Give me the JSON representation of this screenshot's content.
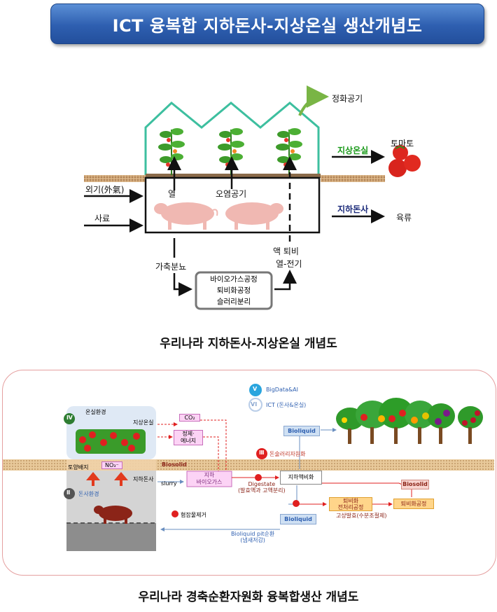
{
  "header": {
    "title": "ICT 융복합 지하돈사-지상온실 생산개념도"
  },
  "diagram1": {
    "outputs_top": "정화공기",
    "left_inputs": [
      "외기(外氣)",
      "사료"
    ],
    "inner_labels": {
      "heat": "열",
      "polluted_air": "오염공기"
    },
    "right_labels": {
      "greenhouse": "지상온실",
      "tomato": "토마토",
      "pig_barn": "지하돈사",
      "meat": "육류"
    },
    "bottom_labels": {
      "manure": "가축분뇨",
      "liquid_compost": "액 퇴비",
      "heat_power": "열-전기"
    },
    "process": [
      "바이오가스공정",
      "퇴비화공정",
      "슬러리분리"
    ],
    "caption": "우리나라 지하돈사-지상온실 개념도"
  },
  "diagram2": {
    "roman": {
      "iv": "Ⅳ",
      "ii": "Ⅱ",
      "iii": "Ⅲ",
      "v": "V",
      "vi": "VI"
    },
    "greenhouse_env": "온실환경",
    "greenhouse": "지상온실",
    "pig_env": "돈사환경",
    "pig_barn": "지하돈사",
    "soil_layer": "토양배지",
    "no3": "NO₃⁻",
    "co2": "CO₂",
    "energy": [
      "정제·",
      "에너지"
    ],
    "biosolid": "Biosolid",
    "biosolid_right": "Biosolid",
    "slurry": "slurry",
    "underground_biogas": [
      "지하",
      "바이오가스"
    ],
    "digestate": [
      "Digestate",
      "(발효액과 고액분리)"
    ],
    "liquid_fert": "지하액비화",
    "bioliquid_top": "Bioliquid",
    "bioliquid_mid": "Bioliquid",
    "bioliquid_pit": [
      "Bioliquid pit순환",
      "(냄새저감)"
    ],
    "pit_removal": "혐잡물제거",
    "recycle": "돈술러리자원화",
    "bigdata": "BigData&AI",
    "ict": "ICT (돈사&온실)",
    "pre_compost": [
      "퇴비화",
      "전처리공정"
    ],
    "compost": "퇴비화공정",
    "solid_ferment": "고상발효(수분조절제)",
    "caption": "우리나라 경축순환자원화 융복합생산 개념도"
  },
  "colors": {
    "banner": "#2e5fb0",
    "green_label": "#1a9a1a",
    "navy_label": "#1c2b7a",
    "red": "#e02020"
  }
}
